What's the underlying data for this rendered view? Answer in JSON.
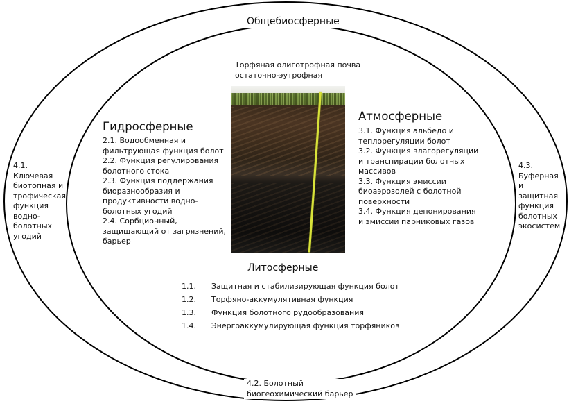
{
  "outer": {
    "top_label": "Общебиосферные",
    "left_label": "4.1.\nКлючевая\nбиотопная и\nтрофическая\nфункция\nводно-\nболотных\nугодий",
    "right_label": "4.3.\nБуферная\nи\nзащитная\nфункция\nболотных\nэкосистем",
    "bottom_label": "4.2.   Болотный\nбиогеохимический барьер"
  },
  "photo": {
    "caption": "Торфяная олиготрофная почва\nостаточно-эутрофная"
  },
  "hydro": {
    "title": "Гидросферные",
    "items": [
      "2.1.   Водообменная и\nфильтрующая функция болот",
      "2.2.   Функция регулирования\nболотного стока",
      "2.3.   Функция поддержания\nбиоразнообразия и\nпродуктивности водно-\nболотных угодий",
      "2.4.   Сорбционный,\nзащищающий от загрязнений,\nбарьер"
    ]
  },
  "atmo": {
    "title": "Атмосферные",
    "items": [
      "3.1.   Функция альбедо и\nтеплорегуляции болот",
      "3.2.   Функция влагорегуляции\nи транспирации болотных\nмассивов",
      "3.3.   Функция эмиссии\nбиоаэрозолей с болотной\nповерхности",
      "3.4.   Функция депонирования\nи эмиссии парниковых газов"
    ]
  },
  "litho": {
    "title": "Литосферные",
    "items": [
      {
        "num": "1.1.",
        "text": "Защитная и стабилизирующая функция болот"
      },
      {
        "num": "1.2.",
        "text": "Торфяно-аккумулятивная функция"
      },
      {
        "num": "1.3.",
        "text": "Функция болотного рудообразования"
      },
      {
        "num": "1.4.",
        "text": "Энергоаккумулирующая функция торфяников"
      }
    ]
  }
}
